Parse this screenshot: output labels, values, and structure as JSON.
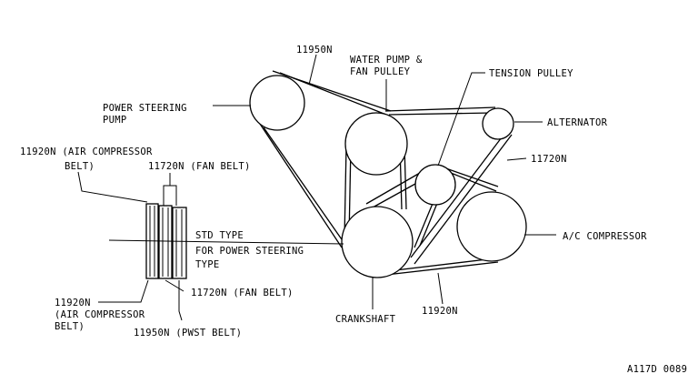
{
  "labels": {
    "belt_11950n_top": "11950N",
    "water_pump_line1": "WATER PUMP &",
    "water_pump_line2": "FAN PULLEY",
    "tension_pulley": "TENSION PULLEY",
    "power_steering_line1": "POWER STEERING",
    "power_steering_line2": "PUMP",
    "alternator": "ALTERNATOR",
    "belt_11720n_right": "11720N",
    "air_comp_belt_line1": "11920N (AIR COMPRESSOR",
    "air_comp_belt_line2": "BELT)",
    "fan_belt_top": "11720N (FAN BELT)",
    "std_type": "STD TYPE",
    "for_ps_line1": "FOR POWER STEERING",
    "for_ps_line2": "TYPE",
    "ac_compressor": "A/C COMPRESSOR",
    "air_comp_bottom_line1": "11920N",
    "air_comp_bottom_line2": "(AIR COMPRESSOR",
    "air_comp_bottom_line3": "BELT)",
    "fan_belt_bottom": "11720N (FAN BELT)",
    "pwst_belt": "11950N (PWST BELT)",
    "crankshaft": "CRANKSHAFT",
    "belt_11920n_bottom": "11920N",
    "figure_id": "A117D 0089"
  }
}
